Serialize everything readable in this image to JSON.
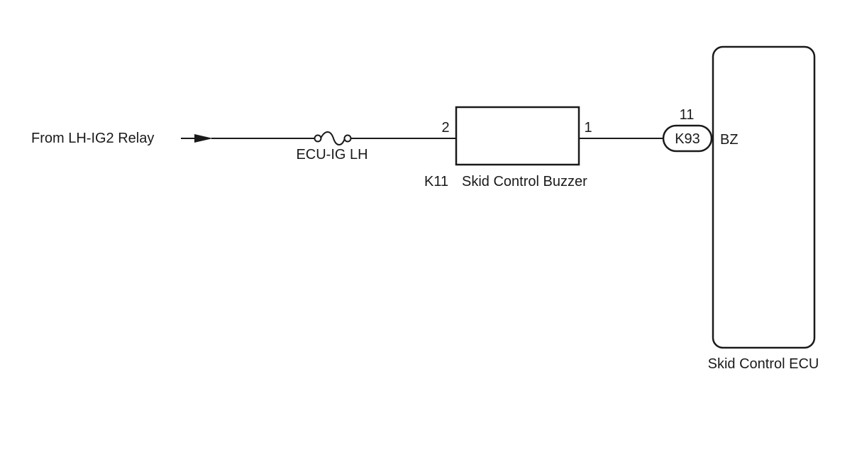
{
  "diagram": {
    "source_label": "From LH-IG2 Relay",
    "fuse_label": "ECU-IG LH",
    "buzzer": {
      "pin_left": "2",
      "pin_right": "1",
      "connector": "K11",
      "name": "Skid Control Buzzer"
    },
    "ecu": {
      "connector": "K93",
      "pin_number": "11",
      "terminal": "BZ",
      "name": "Skid Control ECU"
    }
  },
  "colors": {
    "line": "#1a1a1a",
    "background": "#ffffff"
  }
}
